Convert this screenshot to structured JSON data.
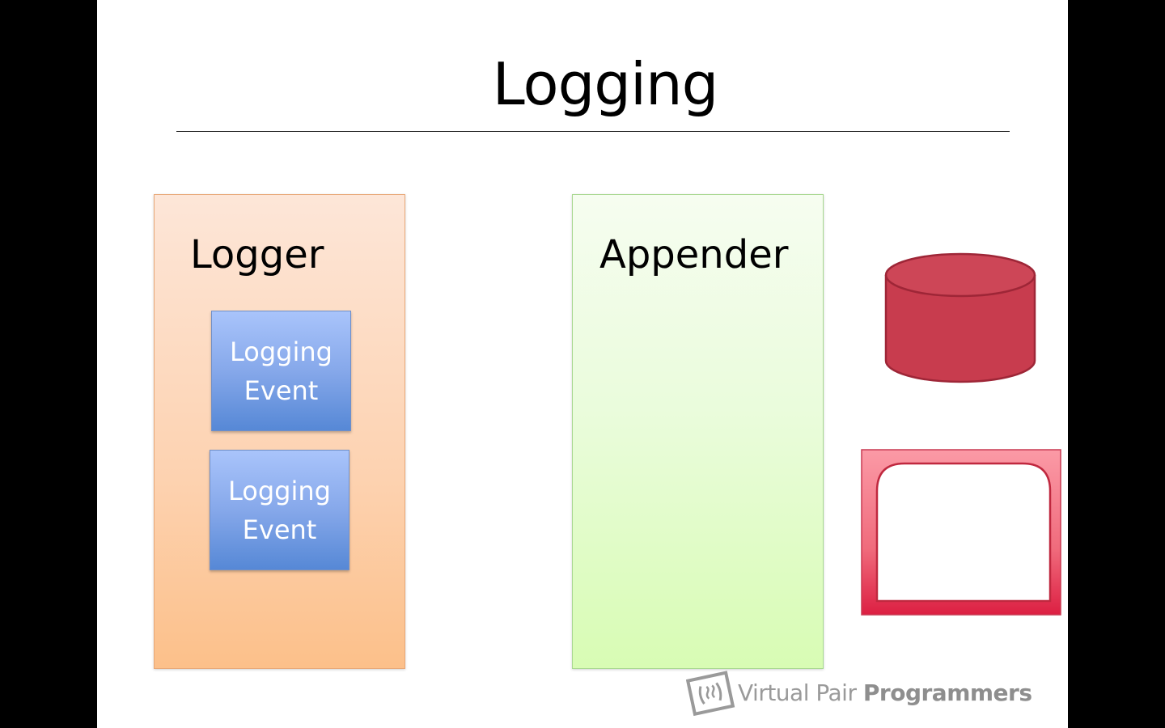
{
  "slide": {
    "title": "Logging"
  },
  "logger": {
    "label": "Logger",
    "events": [
      {
        "line1": "Logging",
        "line2": "Event"
      },
      {
        "line1": "Logging",
        "line2": "Event"
      }
    ]
  },
  "appender": {
    "label": "Appender"
  },
  "icons": {
    "database": "database-cylinder-icon",
    "screen": "screen-icon"
  },
  "watermark": {
    "light_text": "Virtual Pair ",
    "bold_text": "Programmers"
  },
  "colors": {
    "logger_fill": "#fdd2b0",
    "event_fill": "#86a8ea",
    "appender_fill": "#eafcdc",
    "database_fill": "#c83c4e",
    "screen_fill": "#f07080"
  }
}
